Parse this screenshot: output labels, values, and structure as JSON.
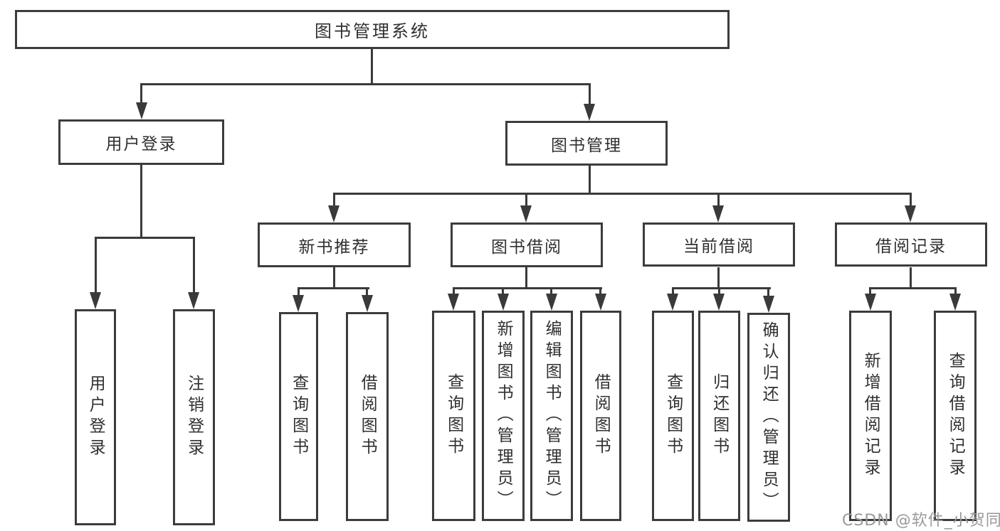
{
  "tree": {
    "label": "图书管理系统",
    "children": [
      {
        "label": "用户登录",
        "children": [
          {
            "label": "用户登录"
          },
          {
            "label": "注销登录"
          }
        ]
      },
      {
        "label": "图书管理",
        "children": [
          {
            "label": "新书推荐",
            "children": [
              {
                "label": "查询图书"
              },
              {
                "label": "借阅图书"
              }
            ]
          },
          {
            "label": "图书借阅",
            "children": [
              {
                "label": "查询图书"
              },
              {
                "label": "新增图书（管理员）"
              },
              {
                "label": "编辑图书（管理员）"
              },
              {
                "label": "借阅图书"
              }
            ]
          },
          {
            "label": "当前借阅",
            "children": [
              {
                "label": "查询图书"
              },
              {
                "label": "归还图书"
              },
              {
                "label": "确认归还（管理员）"
              }
            ]
          },
          {
            "label": "借阅记录",
            "children": [
              {
                "label": "新增借阅记录"
              },
              {
                "label": "查询借阅记录"
              }
            ]
          }
        ]
      }
    ]
  },
  "watermark": {
    "text": "CSDN @软件_小贺同学"
  },
  "colors": {
    "line": "#3a3a3a",
    "box_border": "#3c3c3c",
    "text": "#303030",
    "watermark": "#9a9a9a",
    "background": "#ffffff"
  }
}
